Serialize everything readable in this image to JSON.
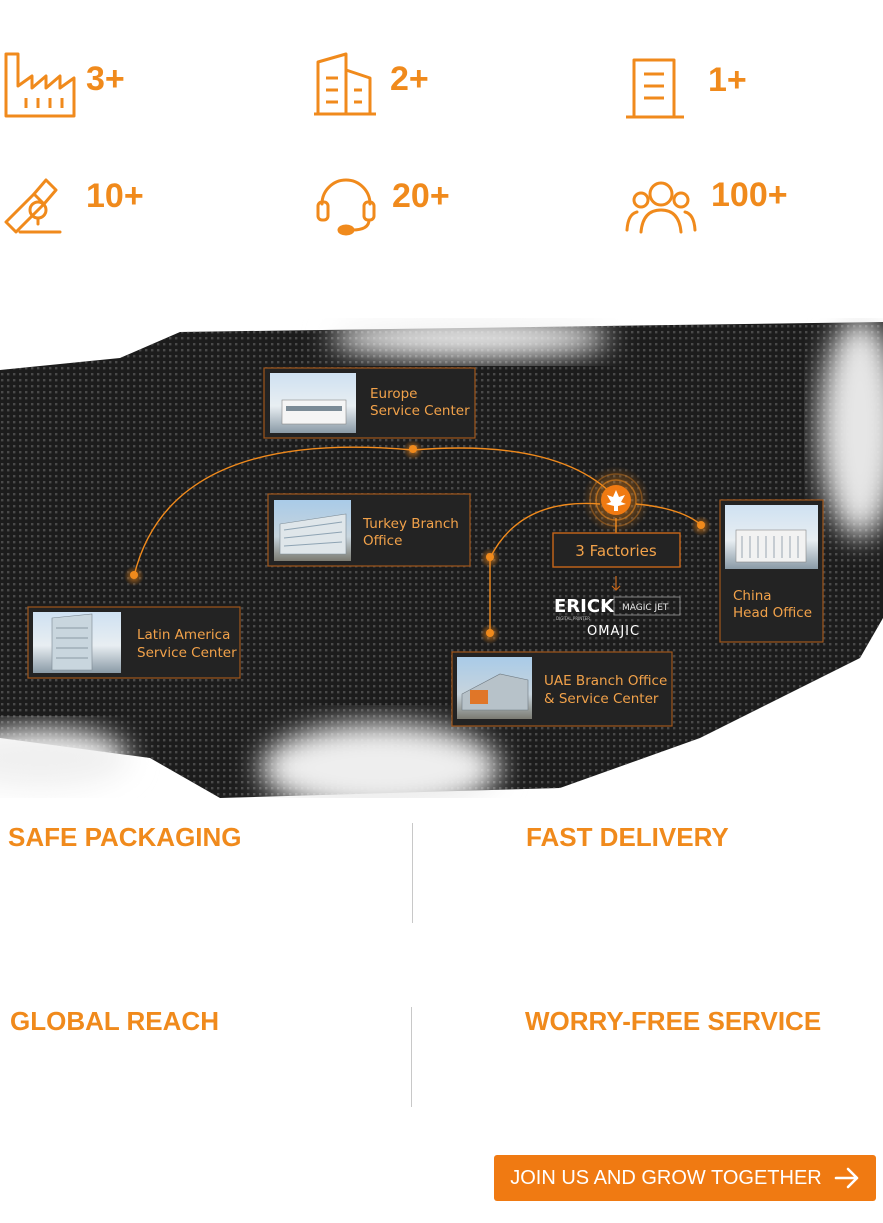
{
  "stats": [
    {
      "icon": "factory-icon",
      "value": "3+"
    },
    {
      "icon": "office-building-icon",
      "value": "2+"
    },
    {
      "icon": "document-building-icon",
      "value": "1+"
    },
    {
      "icon": "microscope-icon",
      "value": "10+"
    },
    {
      "icon": "headset-icon",
      "value": "20+"
    },
    {
      "icon": "team-icon",
      "value": "100+"
    }
  ],
  "map": {
    "europe": {
      "line1": "Europe",
      "line2": "Service Center"
    },
    "turkey": {
      "line1": "Turkey Branch",
      "line2": "Office"
    },
    "latam": {
      "line1": "Latin America",
      "line2": "Service Center"
    },
    "uae": {
      "line1": "UAE Branch Office",
      "line2": "& Service Center"
    },
    "china": {
      "line1": "China",
      "line2": "Head Office"
    },
    "factories": "3 Factories",
    "brands": {
      "erick": "ERICK",
      "erick_sub": "DIGITAL PRINTER",
      "magicjet": "MAGIC JET",
      "omajic": "OMAJIC"
    }
  },
  "features": {
    "safe_packaging": "SAFE PACKAGING",
    "fast_delivery": "FAST DELIVERY",
    "global_reach": "GLOBAL REACH",
    "worry_free": "WORRY-FREE SERVICE"
  },
  "cta": {
    "label": "JOIN US AND GROW TOGETHER"
  },
  "colors": {
    "accent": "#f08a1c",
    "map_bg": "#1c1c1c",
    "button": "#f07a12"
  }
}
